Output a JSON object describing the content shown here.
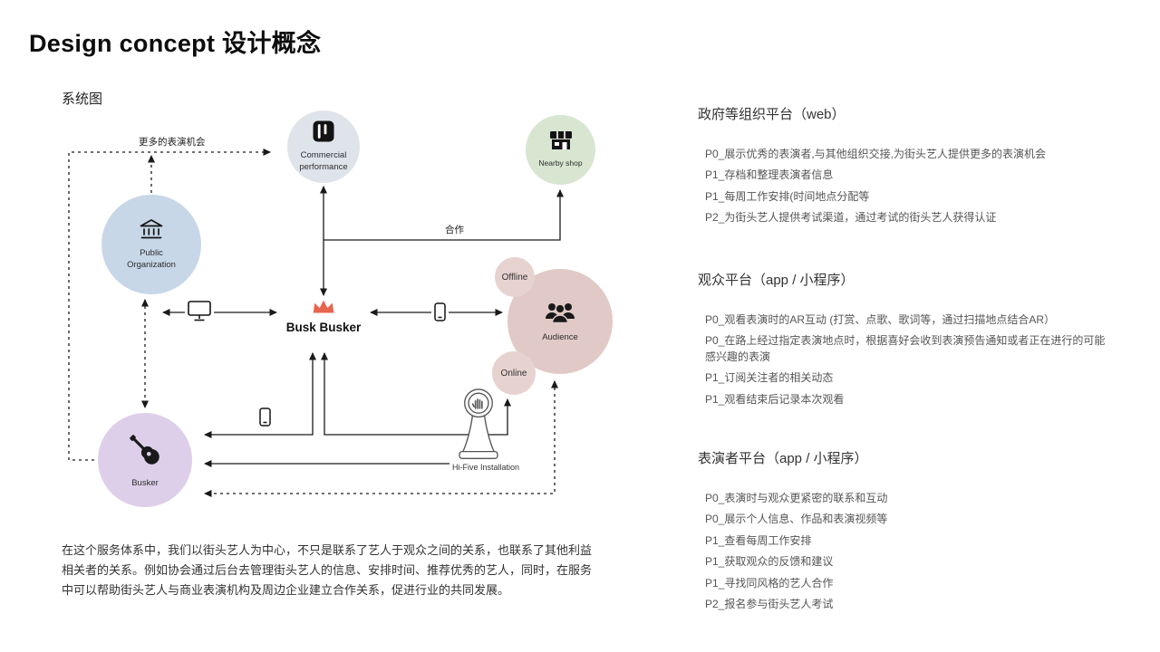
{
  "page": {
    "title": "Design concept 设计概念"
  },
  "diagram": {
    "section_label": "系统图",
    "center_label": "Busk Busker",
    "nodes": {
      "commercial": "Commercial performance",
      "nearby_shop": "Nearby shop",
      "public_org": "Public Organization",
      "audience": "Audience",
      "offline": "Offline",
      "online": "Online",
      "busker": "Busker",
      "hifive": "Hi-Five Installation"
    },
    "edge_labels": {
      "more_opportunities": "更多的表演机会",
      "cooperation": "合作"
    },
    "description": "在这个服务体系中，我们以街头艺人为中心，不只是联系了艺人于观众之间的关系，也联系了其他利益相关者的关系。例如协会通过后台去管理街头艺人的信息、安排时间、推荐优秀的艺人，同时，在服务中可以帮助街头艺人与商业表演机构及周边企业建立合作关系，促进行业的共同发展。",
    "colors": {
      "commercial": "#dfe4ea",
      "nearby_shop": "#d8e6d1",
      "public_org": "#c7d7e8",
      "audience": "#e0c9c6",
      "offline_online": "#e6d2cf",
      "busker": "#ddcfe9",
      "crown": "#e8644e",
      "line": "#1a1a1a"
    },
    "icons": [
      "crown-icon",
      "theater-icon",
      "shop-icon",
      "bank-icon",
      "audience-icon",
      "guitar-icon",
      "monitor-icon",
      "phone-icon",
      "hifive-kiosk-icon"
    ]
  },
  "platforms": [
    {
      "title": "政府等组织平台（web）",
      "items": [
        "P0_展示优秀的表演者,与其他组织交接,为街头艺人提供更多的表演机会",
        "P1_存档和整理表演者信息",
        "P1_每周工作安排(时间地点分配等",
        "P2_为街头艺人提供考试渠道，通过考试的街头艺人获得认证"
      ]
    },
    {
      "title": "观众平台（app / 小程序）",
      "items": [
        "P0_观看表演时的AR互动 (打赏、点歌、歌词等，通过扫描地点结合AR）",
        "P0_在路上经过指定表演地点时，根据喜好会收到表演预告通知或者正在进行的可能感兴趣的表演",
        "P1_订阅关注者的相关动态",
        "P1_观看结束后记录本次观看"
      ]
    },
    {
      "title": "表演者平台（app / 小程序）",
      "items": [
        "P0_表演时与观众更紧密的联系和互动",
        "P0_展示个人信息、作品和表演视频等",
        "P1_查看每周工作安排",
        "P1_获取观众的反馈和建议",
        "P1_寻找同风格的艺人合作",
        "P2_报名参与街头艺人考试"
      ]
    }
  ]
}
